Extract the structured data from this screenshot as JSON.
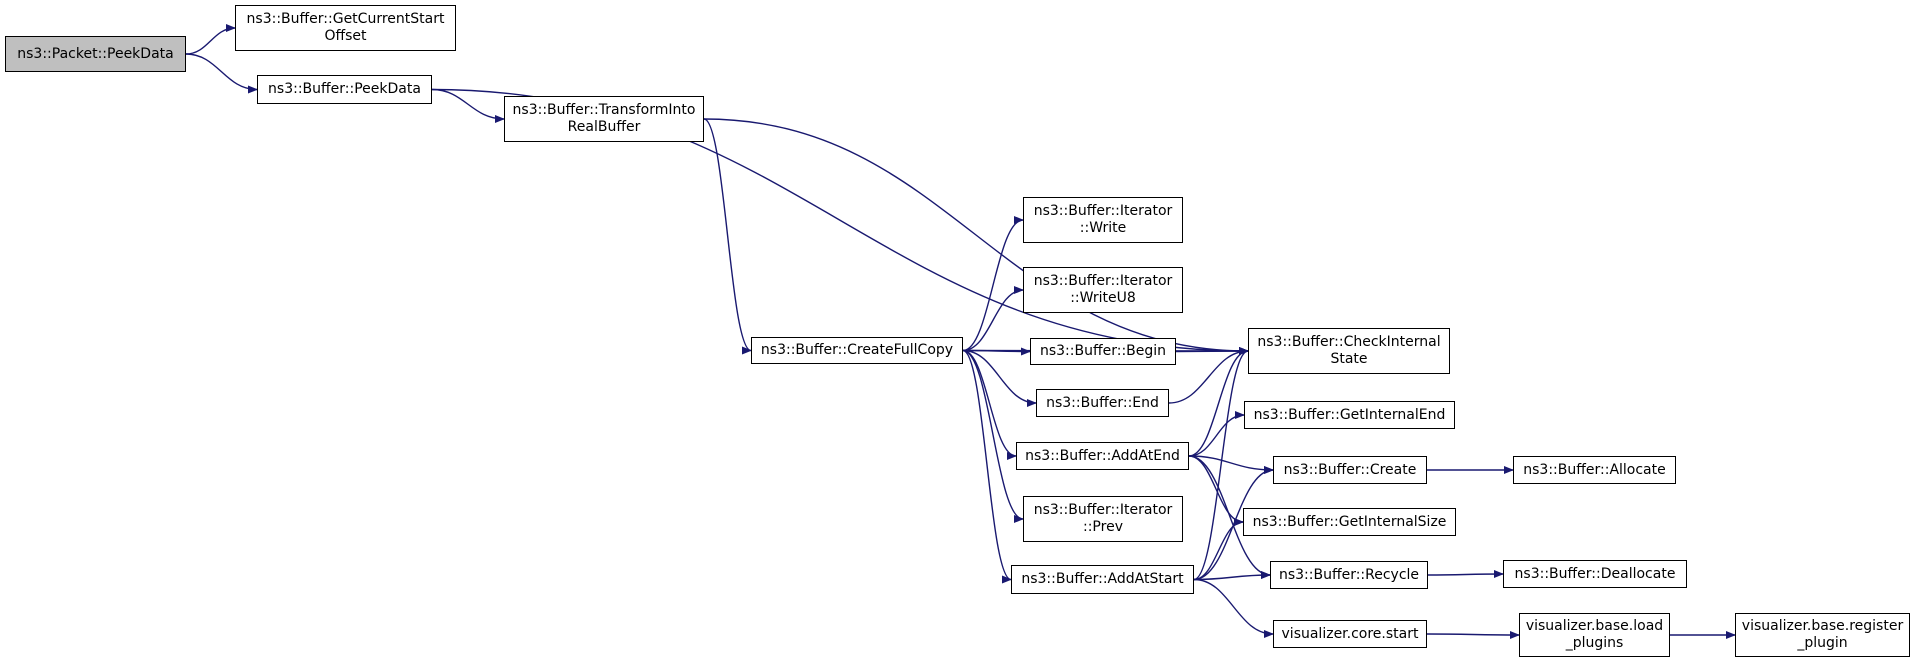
{
  "colors": {
    "edge": "#191970",
    "root_fill": "#bfbfbf",
    "node_fill": "#ffffff",
    "border": "#000000"
  },
  "nodes": {
    "peekdata_packet": {
      "lines": [
        "ns3::Packet::PeekData"
      ]
    },
    "getcurrentstartoffset": {
      "lines": [
        "ns3::Buffer::GetCurrentStart",
        "Offset"
      ]
    },
    "peekdata_buffer": {
      "lines": [
        "ns3::Buffer::PeekData"
      ]
    },
    "transformintorealbuffer": {
      "lines": [
        "ns3::Buffer::TransformInto",
        "RealBuffer"
      ]
    },
    "createfullcopy": {
      "lines": [
        "ns3::Buffer::CreateFullCopy"
      ]
    },
    "iterator_write": {
      "lines": [
        "ns3::Buffer::Iterator",
        "::Write"
      ]
    },
    "iterator_writeu8": {
      "lines": [
        "ns3::Buffer::Iterator",
        "::WriteU8"
      ]
    },
    "begin": {
      "lines": [
        "ns3::Buffer::Begin"
      ]
    },
    "end": {
      "lines": [
        "ns3::Buffer::End"
      ]
    },
    "addatend": {
      "lines": [
        "ns3::Buffer::AddAtEnd"
      ]
    },
    "iterator_prev": {
      "lines": [
        "ns3::Buffer::Iterator",
        "::Prev"
      ]
    },
    "addatstart": {
      "lines": [
        "ns3::Buffer::AddAtStart"
      ]
    },
    "checkinternalstate": {
      "lines": [
        "ns3::Buffer::CheckInternal",
        "State"
      ]
    },
    "getinternalend": {
      "lines": [
        "ns3::Buffer::GetInternalEnd"
      ]
    },
    "create": {
      "lines": [
        "ns3::Buffer::Create"
      ]
    },
    "getinternalsize": {
      "lines": [
        "ns3::Buffer::GetInternalSize"
      ]
    },
    "recycle": {
      "lines": [
        "ns3::Buffer::Recycle"
      ]
    },
    "visualizer_core_start": {
      "lines": [
        "visualizer.core.start"
      ]
    },
    "allocate": {
      "lines": [
        "ns3::Buffer::Allocate"
      ]
    },
    "deallocate": {
      "lines": [
        "ns3::Buffer::Deallocate"
      ]
    },
    "load_plugins": {
      "lines": [
        "visualizer.base.load",
        "_plugins"
      ]
    },
    "register_plugin": {
      "lines": [
        "visualizer.base.register",
        "_plugin"
      ]
    }
  },
  "edges": [
    [
      "peekdata_packet",
      "getcurrentstartoffset"
    ],
    [
      "peekdata_packet",
      "peekdata_buffer"
    ],
    [
      "peekdata_buffer",
      "checkinternalstate"
    ],
    [
      "peekdata_buffer",
      "transformintorealbuffer"
    ],
    [
      "transformintorealbuffer",
      "checkinternalstate"
    ],
    [
      "transformintorealbuffer",
      "createfullcopy"
    ],
    [
      "createfullcopy",
      "checkinternalstate"
    ],
    [
      "createfullcopy",
      "iterator_write"
    ],
    [
      "createfullcopy",
      "iterator_writeu8"
    ],
    [
      "createfullcopy",
      "begin"
    ],
    [
      "createfullcopy",
      "end"
    ],
    [
      "createfullcopy",
      "addatend"
    ],
    [
      "createfullcopy",
      "iterator_prev"
    ],
    [
      "createfullcopy",
      "addatstart"
    ],
    [
      "begin",
      "checkinternalstate"
    ],
    [
      "end",
      "checkinternalstate"
    ],
    [
      "addatend",
      "checkinternalstate"
    ],
    [
      "addatend",
      "getinternalend"
    ],
    [
      "addatend",
      "create"
    ],
    [
      "addatend",
      "getinternalsize"
    ],
    [
      "addatend",
      "recycle"
    ],
    [
      "addatstart",
      "checkinternalstate"
    ],
    [
      "addatstart",
      "create"
    ],
    [
      "addatstart",
      "getinternalsize"
    ],
    [
      "addatstart",
      "recycle"
    ],
    [
      "addatstart",
      "visualizer_core_start"
    ],
    [
      "create",
      "allocate"
    ],
    [
      "recycle",
      "deallocate"
    ],
    [
      "visualizer_core_start",
      "load_plugins"
    ],
    [
      "load_plugins",
      "register_plugin"
    ]
  ]
}
